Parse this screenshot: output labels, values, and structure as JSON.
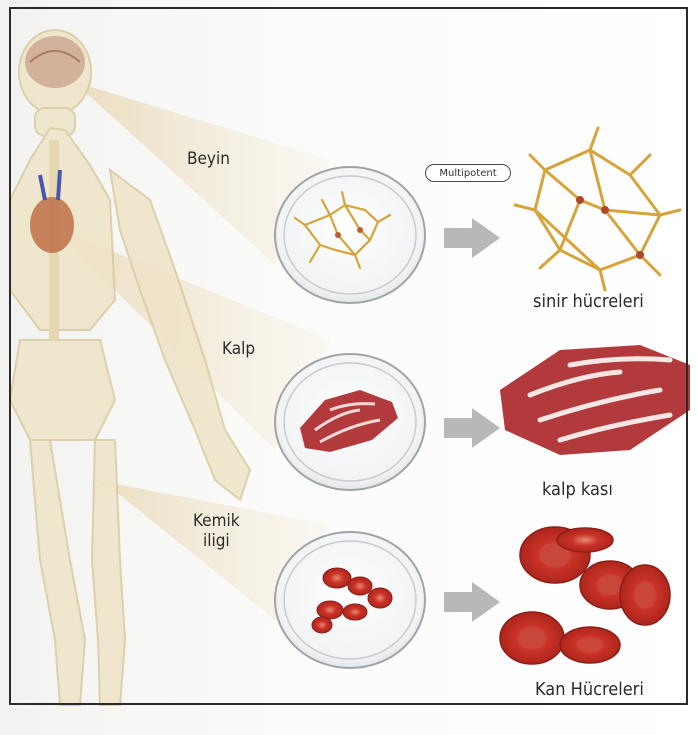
{
  "labels": {
    "brain": "Beyin",
    "heart": "Kalp",
    "bone_marrow_line1": "Kemik",
    "bone_marrow_line2": "iligi",
    "stage": "Multipotent",
    "nerve_cells": "sinir hücreleri",
    "heart_muscle": "kalp kası",
    "blood_cells": "Kan Hücreleri"
  },
  "colors": {
    "skeleton": "#e8dcbc",
    "beam": "#efe1c0",
    "neuron": "#d6a43a",
    "muscle": "#b23a3c",
    "blood": "#cf3a2c",
    "arrow": "#b8b8b8"
  }
}
